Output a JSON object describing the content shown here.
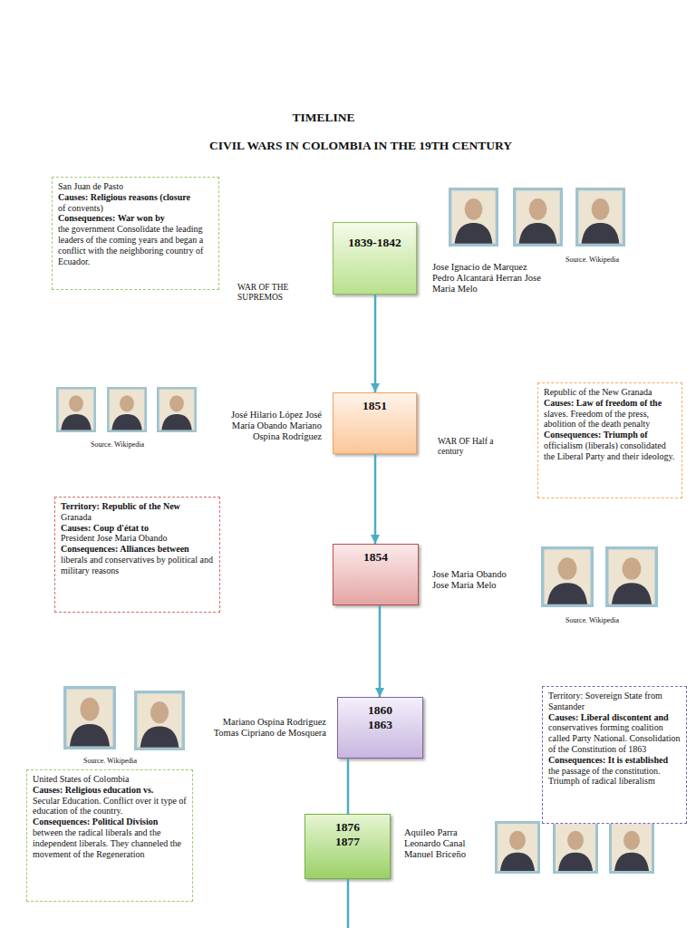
{
  "diagram": {
    "title": "TIMELINE",
    "nodes": [
      {
        "text": [
          "San Juan de Pasto",
          "Causes: Religious reasons (closure",
          "of convents)",
          "Consequences: War won by",
          "the government Consolidate the leading leaders of the coming years and began a conflict with the neighboring country of Ecuador."
        ]
      },
      {
        "text": [
          "1839-1842"
        ]
      },
      {
        "text": [
          "1851"
        ]
      },
      {
        "text": [
          "Republic of the New Granada",
          "Causes: Law of freedom of the",
          "slaves. Freedom of the press, abolition of the death penalty",
          "Consequences: Triumph of",
          "officialism (liberals) consolidated the Liberal Party and their ideology."
        ]
      },
      {
        "text": [
          "Territory: Republic of the New",
          "Granada",
          "Causes: Coup d'état to",
          "President Jose Maria Obando",
          "Consequences: Alliances between",
          "liberals and conservatives by political and military reasons"
        ]
      },
      {
        "text": [
          "1854"
        ]
      },
      {
        "text": [
          "1860 1863"
        ]
      },
      {
        "text": [
          "Territory: Sovereign State from Santander",
          "Causes: Liberal discontent and",
          "conservatives forming coalition called Party National. Consolidation of the Constitution of 1863",
          "Consequences: It is established",
          "the passage of the constitution. Triumph of radical liberalism"
        ]
      },
      {
        "text": [
          "United States of Colombia",
          "Causes: Religious education vs.",
          "Secular Education. Conflict over it type of education of the country.",
          "Consequences: Political Division",
          "between the radical liberals and the independent liberals. They channeled the movement of the Regeneration"
        ]
      },
      {
        "text": [
          "1876 1877"
        ]
      }
    ],
    "edges": [
      {
        "from": 1,
        "to": 2,
        "arrow": "to"
      },
      {
        "from": 2,
        "to": 5,
        "arrow": "to"
      },
      {
        "from": 5,
        "to": 6,
        "arrow": "to"
      },
      {
        "from": 6,
        "to": 9,
        "arrow": "none"
      }
    ],
    "labels": [
      "CIVIL WARS IN COLOMBIA IN THE 19TH CENTURY",
      "WAR OF THE SUPREMOS",
      "Jose Ignacio de Marquez Pedro Alcantará Herran Jose Maria Melo",
      "Source. Wikipedia",
      "José Hilario López José María Obando Mariano Ospina Rodríguez",
      "Source. Wikipedia",
      "WAR OF Half a century",
      "Jose Maria Obando Jose Maria Melo",
      "Source. Wikipedia",
      "Mariano Ospina Rodriguez Tomas Cipriano de Mosquera",
      "Source. Wikipedia",
      "Aquileo Parra Leonardo Canal Manuel Briceño"
    ]
  }
}
